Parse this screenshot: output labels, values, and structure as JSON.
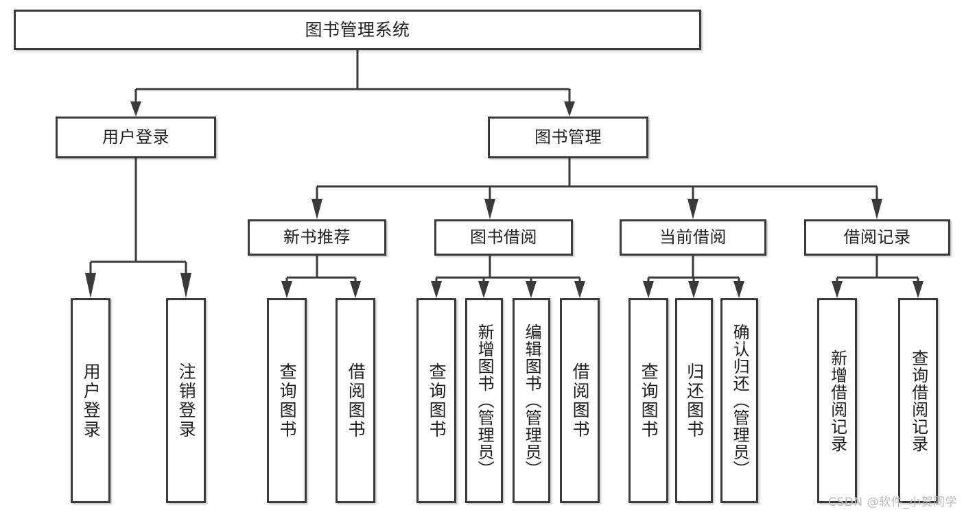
{
  "diagram": {
    "type": "tree",
    "title": "图书管理系统",
    "orientation": "top-down",
    "colors": {
      "stroke": "#3a3a3a",
      "fill": "#ffffff",
      "text": "#1f1f1f",
      "watermark": "#b9b9b9"
    }
  },
  "root": {
    "label": "图书管理系统"
  },
  "level2": [
    {
      "label": "用户登录"
    },
    {
      "label": "图书管理"
    }
  ],
  "level3": [
    {
      "label": "新书推荐"
    },
    {
      "label": "图书借阅"
    },
    {
      "label": "当前借阅"
    },
    {
      "label": "借阅记录"
    }
  ],
  "leaves": {
    "user_login": [
      {
        "label": "用户登录"
      },
      {
        "label": "注销登录"
      }
    ],
    "new_book_recommend": [
      {
        "label": "查询图书"
      },
      {
        "label": "借阅图书"
      }
    ],
    "book_borrow": [
      {
        "label": "查询图书"
      },
      {
        "label": "新增图书（管理员）"
      },
      {
        "label": "编辑图书（管理员）"
      },
      {
        "label": "借阅图书"
      }
    ],
    "current_borrow": [
      {
        "label": "查询图书"
      },
      {
        "label": "归还图书"
      },
      {
        "label": "确认归还（管理员）"
      }
    ],
    "borrow_record": [
      {
        "label": "新增借阅记录"
      },
      {
        "label": "查询借阅记录"
      }
    ]
  },
  "watermark": {
    "text": "CSDN @软件_小贺同学"
  }
}
